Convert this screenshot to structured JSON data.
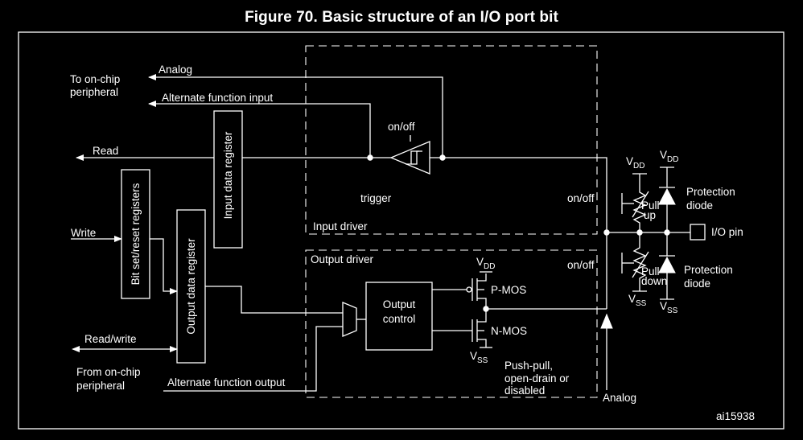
{
  "title": "Figure 70. Basic structure of an I/O port bit",
  "labels": {
    "to_on_chip_1": "To on-chip",
    "to_on_chip_2": "peripheral",
    "analog_top": "Analog",
    "alt_func_input": "Alternate function input",
    "on_off_trigger": "on/off",
    "read": "Read",
    "write": "Write",
    "read_write": "Read/write",
    "from_on_chip_1": "From on-chip",
    "from_on_chip_2": "peripheral",
    "alt_func_output": "Alternate function output",
    "trigger": "trigger",
    "input_driver": "Input driver",
    "output_driver": "Output driver",
    "input_data_register": "Input data register",
    "bit_set_reset_registers": "Bit set/reset registers",
    "output_data_register": "Output data register",
    "output_control_1": "Output",
    "output_control_2": "control",
    "p_mos": "P-MOS",
    "n_mos": "N-MOS",
    "vdd_main": "V",
    "vss_main": "V",
    "sub_dd": "DD",
    "sub_ss": "SS",
    "push_pull_1": "Push-pull,",
    "push_pull_2": "open-drain or",
    "push_pull_3": "disabled",
    "on_off_pullup": "on/off",
    "on_off_pulldown": "on/off",
    "analog_bottom": "Analog",
    "pull_up_1": "Pull",
    "pull_up_2": "up",
    "pull_down_1": "Pull",
    "pull_down_2": "down",
    "protection_diode_1a": "Protection",
    "protection_diode_1b": "diode",
    "protection_diode_2a": "Protection",
    "protection_diode_2b": "diode",
    "io_pin": "I/O pin",
    "ref_id": "ai15938"
  }
}
